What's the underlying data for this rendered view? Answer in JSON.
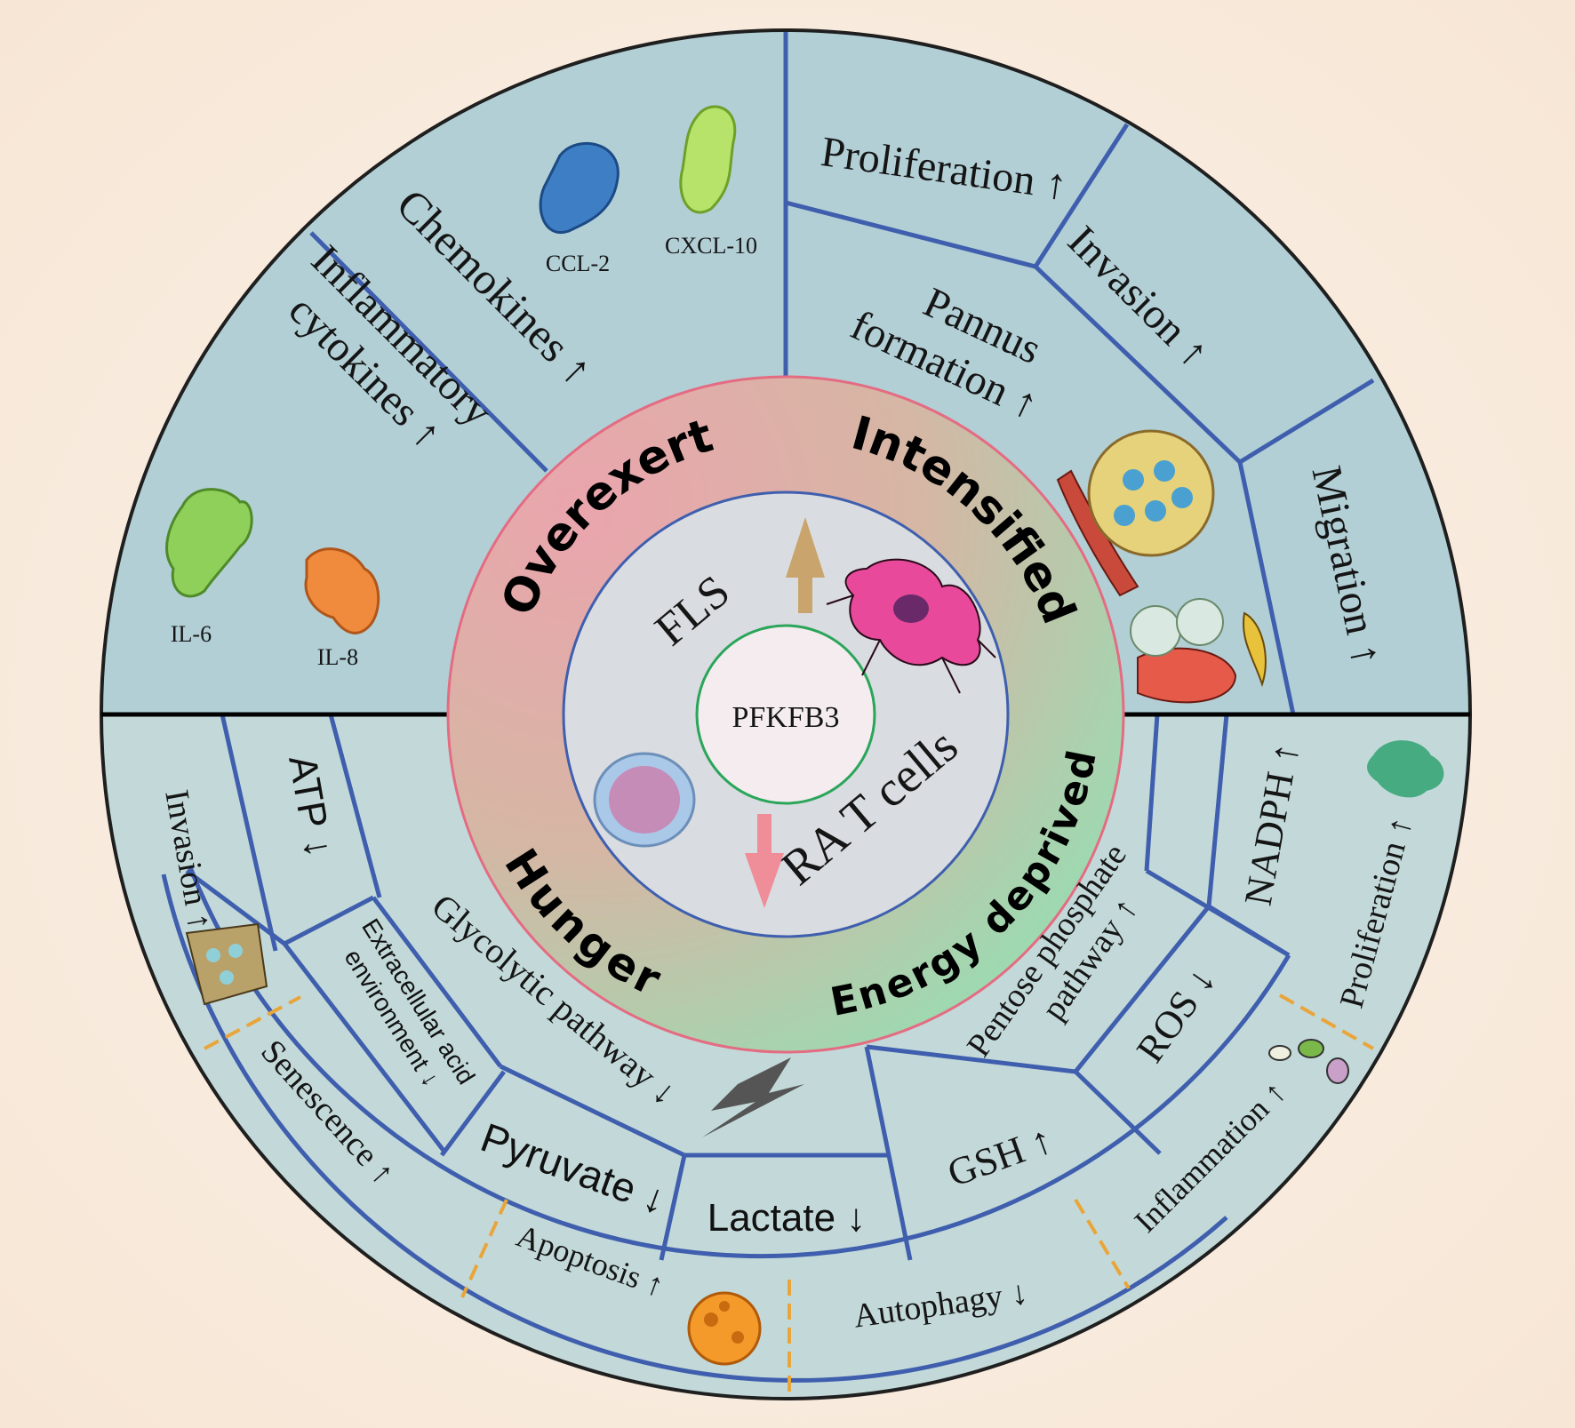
{
  "center": {
    "label": "PFKFB3"
  },
  "inner": {
    "fls": "FLS",
    "rat": "RA T cells"
  },
  "ring": {
    "overexert": "Overexert",
    "intensified": "Intensified",
    "hunger": "Hunger",
    "energy": "Energy deprived"
  },
  "upper": {
    "inflammatory": [
      "Inflammatory",
      "cytokines ↑"
    ],
    "chemokines": "Chemokines ↑",
    "ccl2": "CCL-2",
    "cxcl10": "CXCL-10",
    "il6": "IL-6",
    "il8": "IL-8",
    "proliferation": "Proliferation ↑",
    "invasion": "Invasion ↑",
    "pannus": [
      "Pannus",
      "formation ↑"
    ],
    "migration": "Migration ↑"
  },
  "lower_middle": {
    "atp": "ATP ↓",
    "extracellular": [
      "Extracellular acid",
      "environment ↓"
    ],
    "glycolytic": "Glycolytic pathway ↓",
    "pyruvate": "Pyruvate ↓",
    "lactate": "Lactate ↓",
    "gsh": "GSH ↑",
    "pentose": [
      "Pentose phosphate",
      "pathway ↑"
    ],
    "ros": "ROS ↓",
    "nadph": "NADPH ↑"
  },
  "lower_outer": {
    "invasion": "Invasion ↑",
    "senescence": "Senescence ↑",
    "apoptosis": "Apoptosis ↑",
    "autophagy": "Autophagy ↓",
    "inflammation": "Inflammation ↑",
    "proliferation": "Proliferation ↑"
  },
  "colors": {
    "upper_fill": "#b2cfd6",
    "lower_fill": "#c3d9d9",
    "divider": "#3f5fae",
    "ring_red": "#e89aa6",
    "ring_green": "#8ee6b5",
    "dash": "#e9a53a"
  }
}
